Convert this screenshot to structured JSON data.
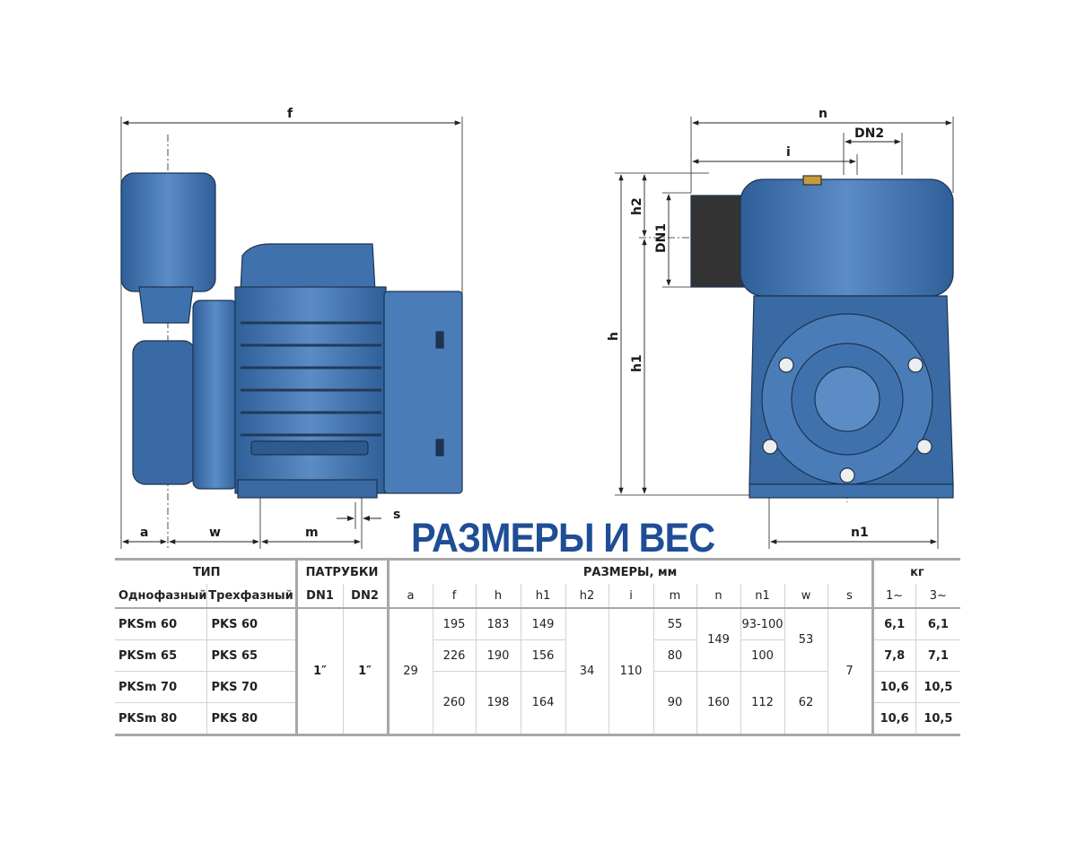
{
  "drawing_labels": {
    "f": "f",
    "a": "a",
    "w": "w",
    "m": "m",
    "s": "s",
    "n": "n",
    "dn2": "DN2",
    "i": "i",
    "h": "h",
    "h2": "h2",
    "dn1": "DN1",
    "h1": "h1",
    "n1": "n1"
  },
  "title": "РАЗМЕРЫ И ВЕС",
  "table": {
    "group_headers": {
      "type": "ТИП",
      "ports": "ПАТРУБКИ",
      "dims": "РАЗМЕРЫ, мм",
      "weight": "кг"
    },
    "columns": [
      "Однофазный",
      "Трехфазный",
      "DN1",
      "DN2",
      "a",
      "f",
      "h",
      "h1",
      "h2",
      "i",
      "m",
      "n",
      "n1",
      "w",
      "s",
      "1~",
      "3~"
    ],
    "rows": [
      {
        "single": "PKSm 60",
        "three": "PKS 60",
        "w1": "6,1",
        "w3": "6,1"
      },
      {
        "single": "PKSm 65",
        "three": "PKS 65",
        "w1": "7,8",
        "w3": "7,1"
      },
      {
        "single": "PKSm 70",
        "three": "PKS 70",
        "w1": "10,6",
        "w3": "10,5"
      },
      {
        "single": "PKSm 80",
        "three": "PKS 80",
        "w1": "10,6",
        "w3": "10,5"
      }
    ],
    "shared": {
      "dn1": "1″",
      "dn2": "1″",
      "a": "29",
      "h2": "34",
      "i": "110",
      "s": "7"
    },
    "f": [
      "195",
      "226",
      "260"
    ],
    "h": [
      "183",
      "190",
      "198"
    ],
    "h1": [
      "149",
      "156",
      "164"
    ],
    "m": [
      "55",
      "80",
      "90"
    ],
    "n": [
      "149",
      "160"
    ],
    "n1": [
      "93-100",
      "100",
      "112"
    ],
    "w": [
      "53",
      "62"
    ]
  },
  "colors": {
    "pump": "#3f72ad",
    "accent": "#1f4e96"
  }
}
